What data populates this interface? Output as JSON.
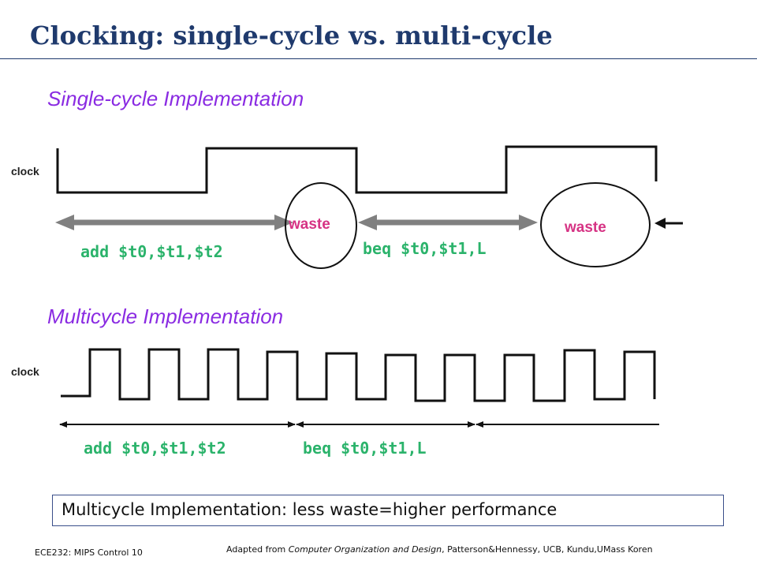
{
  "title": "Clocking: single-cycle vs. multi-cycle",
  "single": {
    "heading": "Single-cycle Implementation",
    "clock_label": "clock",
    "instr1": "add $t0,$t1,$t2",
    "instr2": "beq $t0,$t1,L",
    "waste1": "waste",
    "waste2": "waste"
  },
  "multi": {
    "heading": "Multicycle Implementation",
    "clock_label": "clock",
    "instr1": "add $t0,$t1,$t2",
    "instr2": "beq $t0,$t1,L"
  },
  "summary": "Multicycle Implementation: less waste=higher performance",
  "footer": {
    "left": "ECE232: MIPS Control 10",
    "adapted": "Adapted from ",
    "book": "Computer Organization and Design",
    "rest": ", Patterson&Hennessy, UCB, Kundu,UMass    Koren"
  },
  "colors": {
    "title": "#1f3a6d",
    "heading": "#8a2be2",
    "instruction": "#2bb36b",
    "waste": "#d63384",
    "arrow": "#808080"
  }
}
